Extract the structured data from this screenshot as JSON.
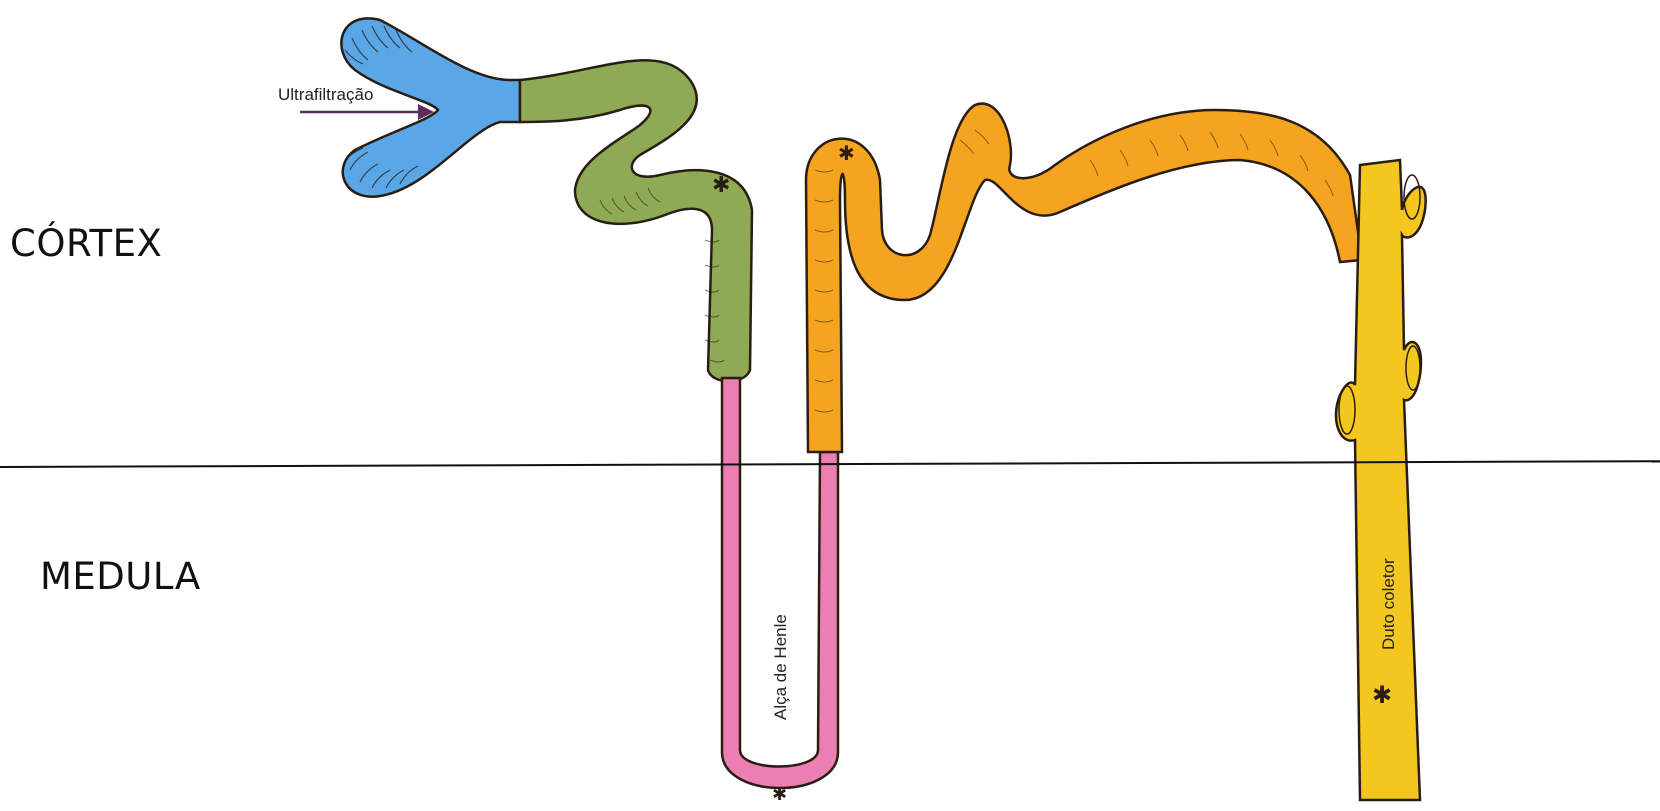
{
  "regions": {
    "top": "CÓRTEX",
    "bottom": "MEDULA"
  },
  "labels": {
    "inlet": "Ultrafiltração",
    "loop": "Alça de Henle",
    "duct": "Duto coletor"
  },
  "colors": {
    "capsule": "#5aa7e8",
    "proximal_tubule": "#8faa55",
    "loop_of_henle": "#ec7fb2",
    "distal_tubule": "#f4a41e",
    "collecting_duct": "#f3c71f",
    "outline": "#2a1d14"
  }
}
